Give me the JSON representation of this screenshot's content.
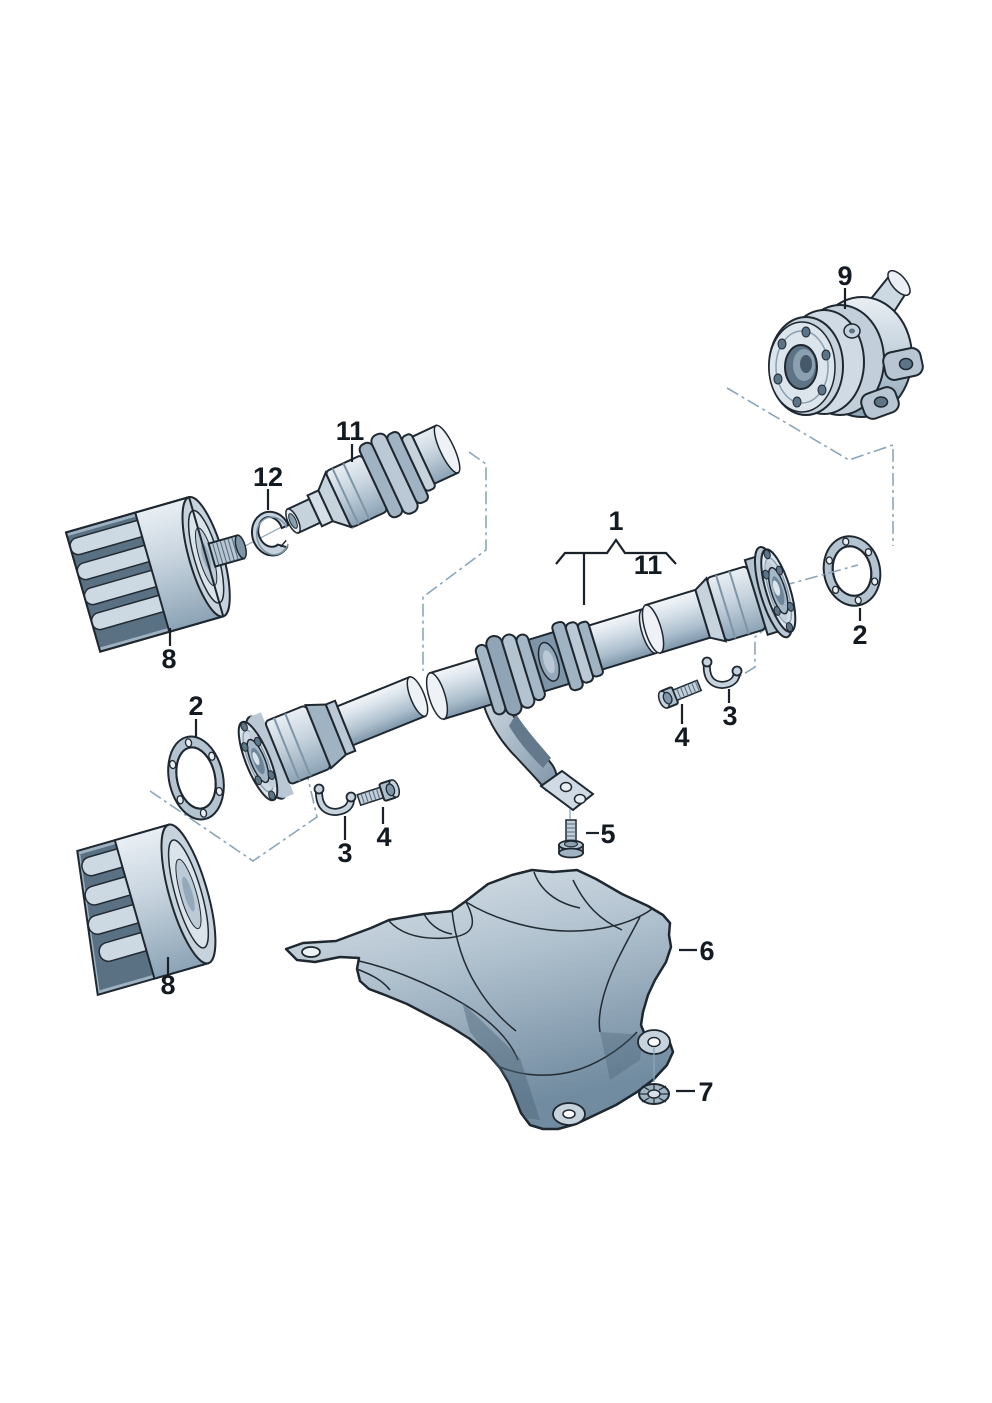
{
  "diagram": {
    "kind": "exploded-parts-diagram",
    "background": "#ffffff"
  },
  "palette": {
    "outline": "#1f2830",
    "fill_light": "#dde5ec",
    "fill_mid": "#b9c8d4",
    "fill_shade": "#9fb3c2",
    "fill_dark": "#6d8699",
    "fill_deep": "#5a7183",
    "highlight": "#eef2f6",
    "construction_line": "#8ba6ba",
    "label_text": "#141a21"
  },
  "callouts": [
    {
      "id": "1",
      "text": "1"
    },
    {
      "id": "11-bracket",
      "text": "11"
    },
    {
      "id": "2-left",
      "text": "2"
    },
    {
      "id": "2-right",
      "text": "2"
    },
    {
      "id": "3-left",
      "text": "3"
    },
    {
      "id": "3-right",
      "text": "3"
    },
    {
      "id": "4-left",
      "text": "4"
    },
    {
      "id": "4-right",
      "text": "4"
    },
    {
      "id": "5",
      "text": "5"
    },
    {
      "id": "6",
      "text": "6"
    },
    {
      "id": "7",
      "text": "7"
    },
    {
      "id": "8-top",
      "text": "8"
    },
    {
      "id": "8-bottom",
      "text": "8"
    },
    {
      "id": "9",
      "text": "9"
    },
    {
      "id": "11",
      "text": "11"
    },
    {
      "id": "12",
      "text": "12"
    }
  ]
}
